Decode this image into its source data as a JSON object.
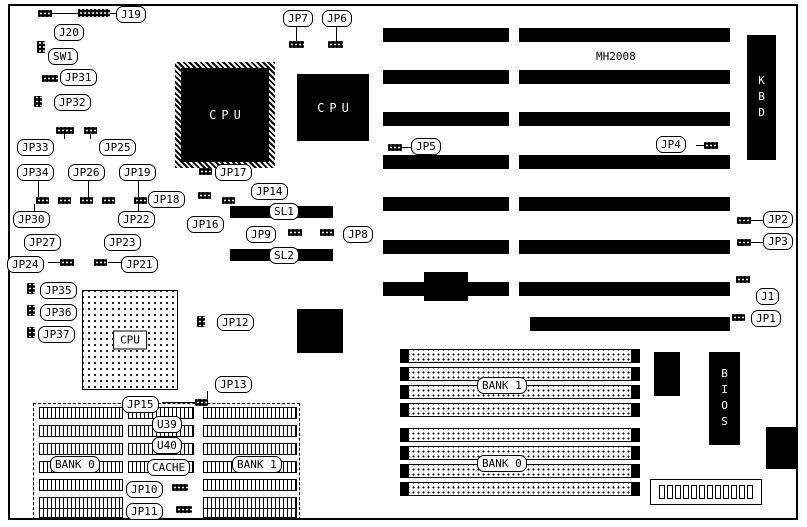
{
  "board": {
    "model": "MH2008"
  },
  "labels": {
    "j19": "J19",
    "j20": "J20",
    "sw1": "SW1",
    "jp31": "JP31",
    "jp32": "JP32",
    "jp33": "JP33",
    "jp25": "JP25",
    "jp34": "JP34",
    "jp26": "JP26",
    "jp19": "JP19",
    "jp17": "JP17",
    "jp18": "JP18",
    "jp14": "JP14",
    "jp30": "JP30",
    "jp22": "JP22",
    "jp16": "JP16",
    "sl1": "SL1",
    "jp9": "JP9",
    "jp8": "JP8",
    "jp27": "JP27",
    "jp23": "JP23",
    "sl2": "SL2",
    "jp24": "JP24",
    "jp21": "JP21",
    "jp35": "JP35",
    "jp36": "JP36",
    "jp37": "JP37",
    "jp12": "JP12",
    "jp13": "JP13",
    "jp15": "JP15",
    "u39": "U39",
    "u40": "U40",
    "cache": "CACHE",
    "jp10": "JP10",
    "jp11": "JP11",
    "jp7": "JP7",
    "jp6": "JP6",
    "jp5": "JP5",
    "jp4": "JP4",
    "jp2": "JP2",
    "jp3": "JP3",
    "j1": "J1",
    "jp1": "JP1"
  },
  "chips": {
    "cpu1": "CPU",
    "cpu2": "CPU",
    "cpu3": "CPU",
    "kbd": "KBD",
    "bios": "BIOS"
  },
  "banks": {
    "dip_bank0": "BANK 0",
    "dip_bank1": "BANK 1",
    "simm_bank1": "BANK 1",
    "simm_bank0": "BANK 0"
  }
}
